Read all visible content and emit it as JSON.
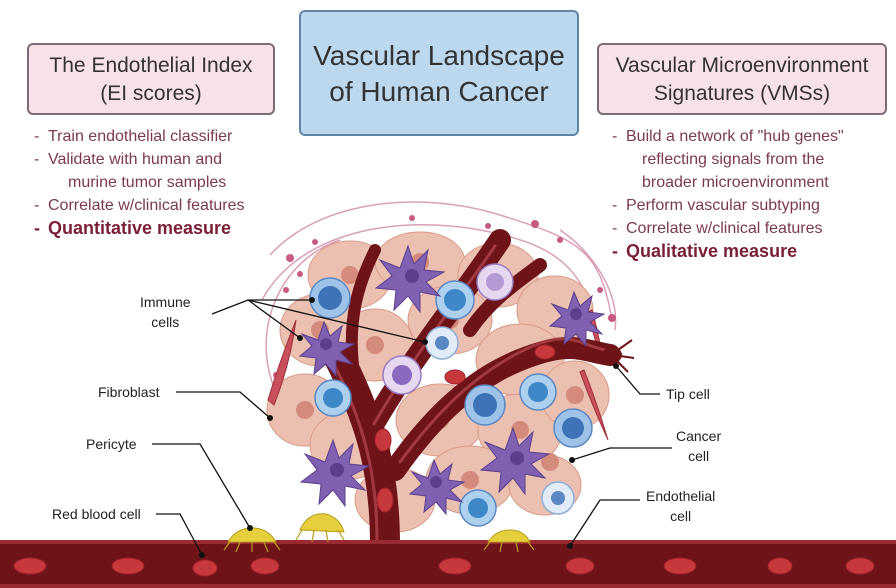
{
  "left_box": {
    "line1": "The Endothelial Index",
    "line2": "(EI scores)"
  },
  "center_box": {
    "line1": "Vascular Landscape",
    "line2": "of Human Cancer"
  },
  "right_box": {
    "line1": "Vascular Microenvironment",
    "line2": "Signatures (VMSs)"
  },
  "left_bullets": {
    "b1": "Train endothelial classifier",
    "b2_line1": "Validate with human and",
    "b2_line2": "murine tumor samples",
    "b3": "Correlate w/clinical features",
    "b4": "Quantitative measure"
  },
  "right_bullets": {
    "b1_line1": "Build a network of  \"hub genes\"",
    "b1_line2": "reflecting signals from the",
    "b1_line3": "broader microenvironment",
    "b2": "Perform vascular subtyping",
    "b3": "Correlate w/clinical features",
    "b4": "Qualitative measure"
  },
  "labels": {
    "immune_line1": "Immune",
    "immune_line2": "cells",
    "fibroblast": "Fibroblast",
    "pericyte": "Pericyte",
    "red_blood_cell": "Red blood cell",
    "tip_cell": "Tip cell",
    "cancer_line1": "Cancer",
    "cancer_line2": "cell",
    "endothelial_line1": "Endothelial",
    "endothelial_line2": "cell"
  },
  "bullet_dash": "-",
  "colors": {
    "vessel": "#6e1419",
    "vessel_light": "#8f2a2f",
    "rbc": "#c7383d",
    "cancer_cell": "#e9b4a4",
    "immune_blue": "#3e73b8",
    "immune_purple": "#8060b0",
    "pericyte": "#e6cf3c",
    "bullet_text": "#7a3a4c"
  }
}
